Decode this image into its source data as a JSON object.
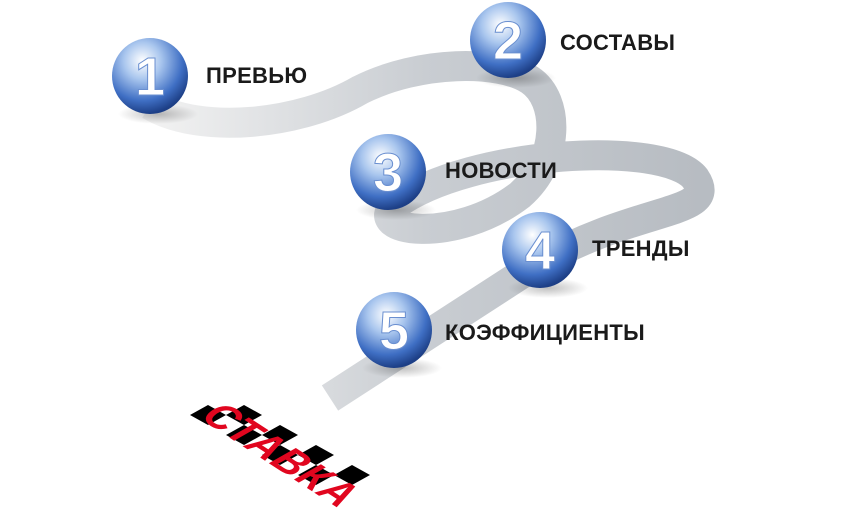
{
  "steps": [
    {
      "number": "1",
      "label": "ПРЕВЬЮ"
    },
    {
      "number": "2",
      "label": "СОСТАВЫ"
    },
    {
      "number": "3",
      "label": "НОВОСТИ"
    },
    {
      "number": "4",
      "label": "ТРЕНДЫ"
    },
    {
      "number": "5",
      "label": "КОЭФФИЦИЕНТЫ"
    }
  ],
  "brand": "СТАВКА",
  "colors": {
    "ball": "#3f6fc4",
    "road": "#cfd2d6",
    "brand": "#e1061f"
  }
}
